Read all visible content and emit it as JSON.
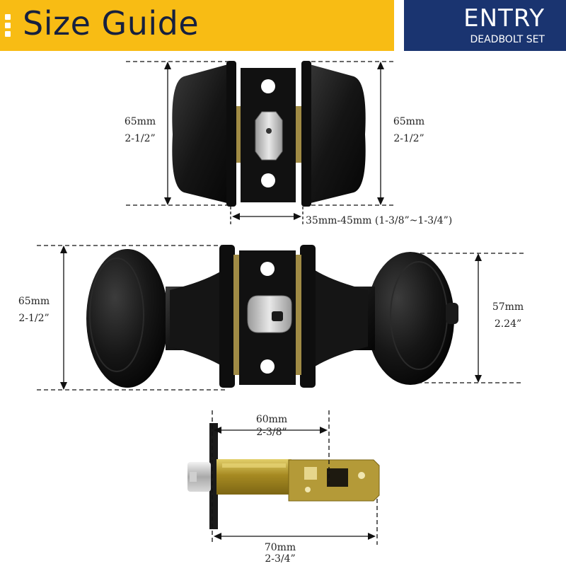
{
  "header": {
    "title": "Size Guide",
    "badge_title": "ENTRY",
    "badge_subtitle": "DEADBOLT SET"
  },
  "deadbolt": {
    "left_mm": "65mm",
    "left_in": "2-1/2”",
    "right_mm": "65mm",
    "right_in": "2-1/2”",
    "door_thickness": "35mm-45mm (1-3/8”~1-3/4”)"
  },
  "knob": {
    "left_mm": "65mm",
    "left_in": "2-1/2”",
    "right_mm": "57mm",
    "right_in": "2.24”"
  },
  "latch": {
    "short_mm": "60mm",
    "short_in": "2-3/8”",
    "long_mm": "70mm",
    "long_in": "2-3/4”"
  },
  "colors": {
    "banner": "#f8bc14",
    "title_text": "#16203f",
    "badge": "#1a3470",
    "hardware": "#141414",
    "latch_brass": "#b59a2e"
  }
}
